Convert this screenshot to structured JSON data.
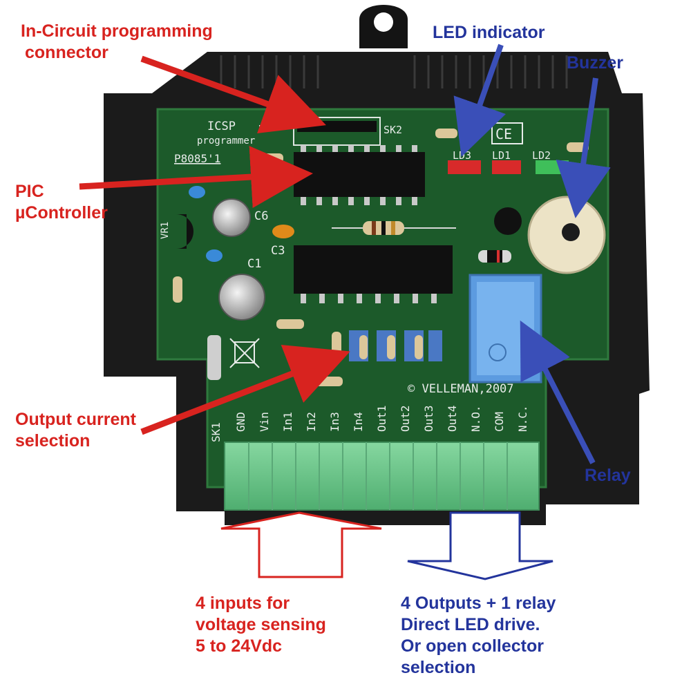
{
  "colors": {
    "red_annotation": "#d8231f",
    "blue_annotation": "#23349c",
    "pcb_green": "#1c5a2a",
    "enclosure_black": "#1a1a1a",
    "terminal_green": "#6cc48a",
    "relay_blue": "#4f8fd6"
  },
  "callouts": {
    "icsp": {
      "line1": "In-Circuit programming",
      "line2": "connector"
    },
    "pic": {
      "line1": "PIC",
      "line2": "µController"
    },
    "led": {
      "text": "LED indicator"
    },
    "buzzer": {
      "text": "Buzzer"
    },
    "output_current": {
      "line1": "Output current",
      "line2": "selection"
    },
    "relay": {
      "text": "Relay"
    },
    "inputs": {
      "line1": "4 inputs for",
      "line2": "voltage sensing",
      "line3": "5 to 24Vdc"
    },
    "outputs": {
      "line1": "4 Outputs + 1 relay",
      "line2": "Direct LED drive.",
      "line3": "Or open  collector",
      "line4": "selection"
    }
  },
  "board": {
    "icsp_label": "ICSP",
    "programmer_label": "programmer",
    "sk2": "SK2",
    "part_no": "P8085'1",
    "ce": "CE",
    "ld3": "LD3",
    "ld1": "LD1",
    "ld2": "LD2",
    "c6": "C6",
    "c3": "C3",
    "c1": "C1",
    "vr1": "VR1",
    "tp": "TP",
    "copyright": "© VELLEMAN,2007",
    "sk1": "SK1",
    "terminals": [
      "GND",
      "Vin",
      "In1",
      "In2",
      "In3",
      "In4",
      "Out1",
      "Out2",
      "Out3",
      "Out4",
      "N.O.",
      "COM",
      "N.C."
    ]
  }
}
